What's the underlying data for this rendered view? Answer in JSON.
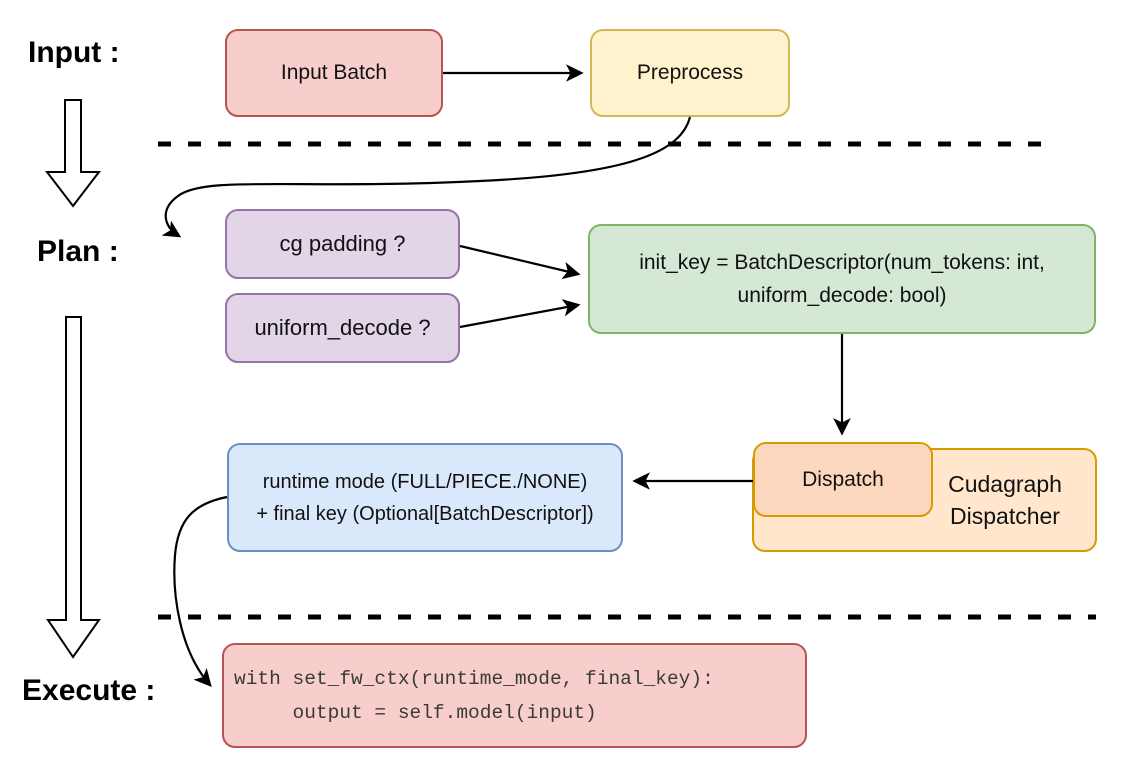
{
  "diagram": {
    "stage_labels": {
      "input": "Input :",
      "plan": "Plan :",
      "execute": "Execute :"
    },
    "nodes": {
      "input_batch": {
        "label": "Input Batch"
      },
      "preprocess": {
        "label": "Preprocess"
      },
      "cg_padding": {
        "label": "cg padding ?"
      },
      "uniform_decode": {
        "label": "uniform_decode ?"
      },
      "init_key": {
        "line1": "init_key = BatchDescriptor(num_tokens: int,",
        "line2": "uniform_decode: bool)"
      },
      "dispatch": {
        "label": "Dispatch"
      },
      "cudagraph_dispatcher": {
        "line1": "Cudagraph",
        "line2": "Dispatcher"
      },
      "runtime_mode": {
        "line1": "runtime mode (FULL/PIECE./NONE)",
        "line2": "+ final key (Optional[BatchDescriptor])"
      },
      "execute_code": {
        "line1": "with set_fw_ctx(runtime_mode, final_key):",
        "line2": "     output = self.model(input)"
      }
    },
    "colors": {
      "red": {
        "fill": "#f8cecc",
        "stroke": "#b85450"
      },
      "yellow": {
        "fill": "#fff2cc",
        "stroke": "#d6b656"
      },
      "purple": {
        "fill": "#e1d5e7",
        "stroke": "#9673a6"
      },
      "green": {
        "fill": "#d5e8d4",
        "stroke": "#82b366"
      },
      "blue": {
        "fill": "#dae8fc",
        "stroke": "#6c8ebf"
      },
      "orange": {
        "fill": "#ffe6cc",
        "stroke": "#d79b00"
      },
      "orange_dark": {
        "fill": "#fbd8bd",
        "stroke": "#d79b00"
      },
      "connector": "#000000"
    }
  }
}
